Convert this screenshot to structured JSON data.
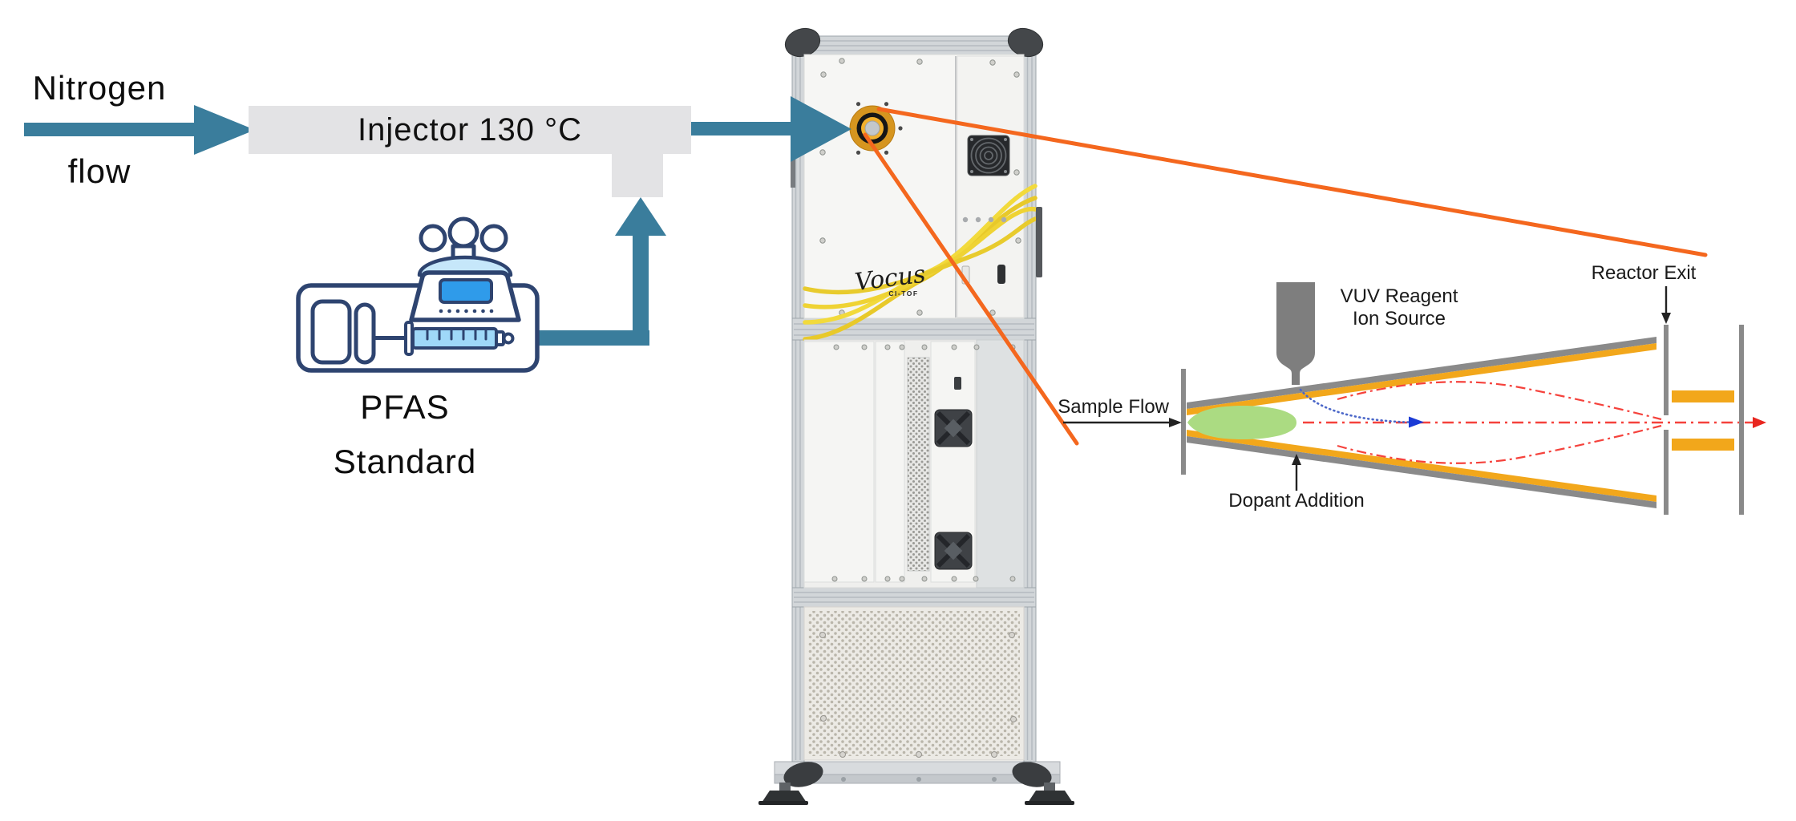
{
  "left_flow": {
    "nitrogen_line1": "Nitrogen",
    "nitrogen_line2": "flow",
    "injector_label": "Injector 130 °C",
    "pfas_line1": "PFAS",
    "pfas_line2": "Standard"
  },
  "instrument": {
    "brand": "Vocus",
    "model": "CI-TOF"
  },
  "reactor_diagram": {
    "sample_flow_label": "Sample Flow",
    "vuv_line1": "VUV Reagent",
    "vuv_line2": "Ion Source",
    "reactor_exit_label": "Reactor Exit",
    "dopant_label": "Dopant Addition"
  },
  "colors": {
    "flow_arrow_teal": "#3A7D9C",
    "injector_box_gray": "#E3E3E5",
    "pointer_line_orange": "#F4671E",
    "reactor_wall_gray": "#8A8A8A",
    "reactor_wall_orange": "#F2A71B",
    "electrode_orange": "#F2A71B",
    "ion_trajectory_red": "#F5423C",
    "reagent_ion_blue": "#4A66C8",
    "sample_plume_green": "#ABDB82",
    "pump_icon_navy": "#2E4470",
    "pump_screen_blue": "#2F9BEA",
    "syringe_barrel_blue": "#9FD8F8",
    "cable_yellow": "#EFD334",
    "inlet_port_gold": "#D6951F",
    "rack_frame_gray": "#D2D6D9"
  }
}
